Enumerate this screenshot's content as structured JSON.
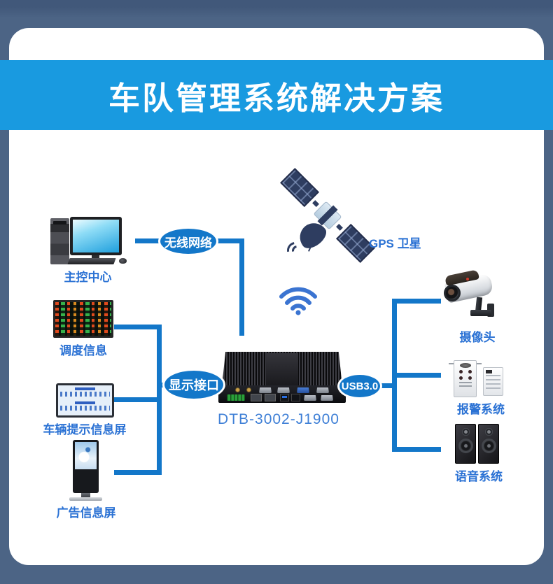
{
  "title_banner": {
    "text": "车队管理系统解决方案"
  },
  "colors": {
    "page_background": "#4C6485",
    "banner_blue": "#199AE0",
    "connector_blue": "#1377C9",
    "label_blue": "#2B72D4",
    "model_label_blue": "#3E7FD6"
  },
  "center_device": {
    "model": "DTB-3002-J1900"
  },
  "connection_labels": {
    "wireless_network": "无线网络",
    "display_interface": "显示接口",
    "usb": "USB3.0"
  },
  "nodes": {
    "control_center": "主控中心",
    "dispatch_info": "调度信息",
    "vehicle_info_screen": "车辆提示信息屏",
    "ad_info_screen": "广告信息屏",
    "gps_satellite": "GPS 卫星",
    "camera": "摄像头",
    "alarm_system": "报警系统",
    "voice_system": "语音系统"
  }
}
